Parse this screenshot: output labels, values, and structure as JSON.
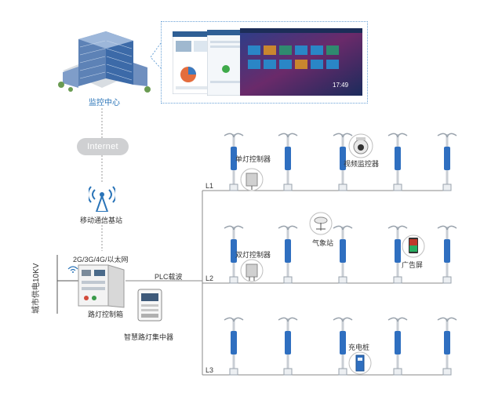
{
  "monitor_center": {
    "label": "监控中心"
  },
  "internet": {
    "label": "Internet"
  },
  "base_station": {
    "label": "移动通信基站"
  },
  "network": {
    "label": "2G/3G/4G/以太网"
  },
  "city_power": {
    "label": "城市供电10KV"
  },
  "control_box": {
    "label": "路灯控制箱"
  },
  "concentrator": {
    "label": "智慧路灯集中器"
  },
  "plc": {
    "label": "PLC载波"
  },
  "lines": [
    {
      "name": "L1"
    },
    {
      "name": "L2"
    },
    {
      "name": "L3"
    }
  ],
  "devices": {
    "single_controller": "单灯控制器",
    "video_camera": "视频监控器",
    "double_controller": "双灯控制器",
    "weather_station": "气象站",
    "ad_screen": "广告屏",
    "charging_pile": "充电桩"
  },
  "screen_time": "17:49",
  "colors": {
    "accent": "#2a74b8",
    "line": "#8a8a8a",
    "pole_body": "#2f6fc0",
    "dotted_border": "#6aa2d6"
  }
}
